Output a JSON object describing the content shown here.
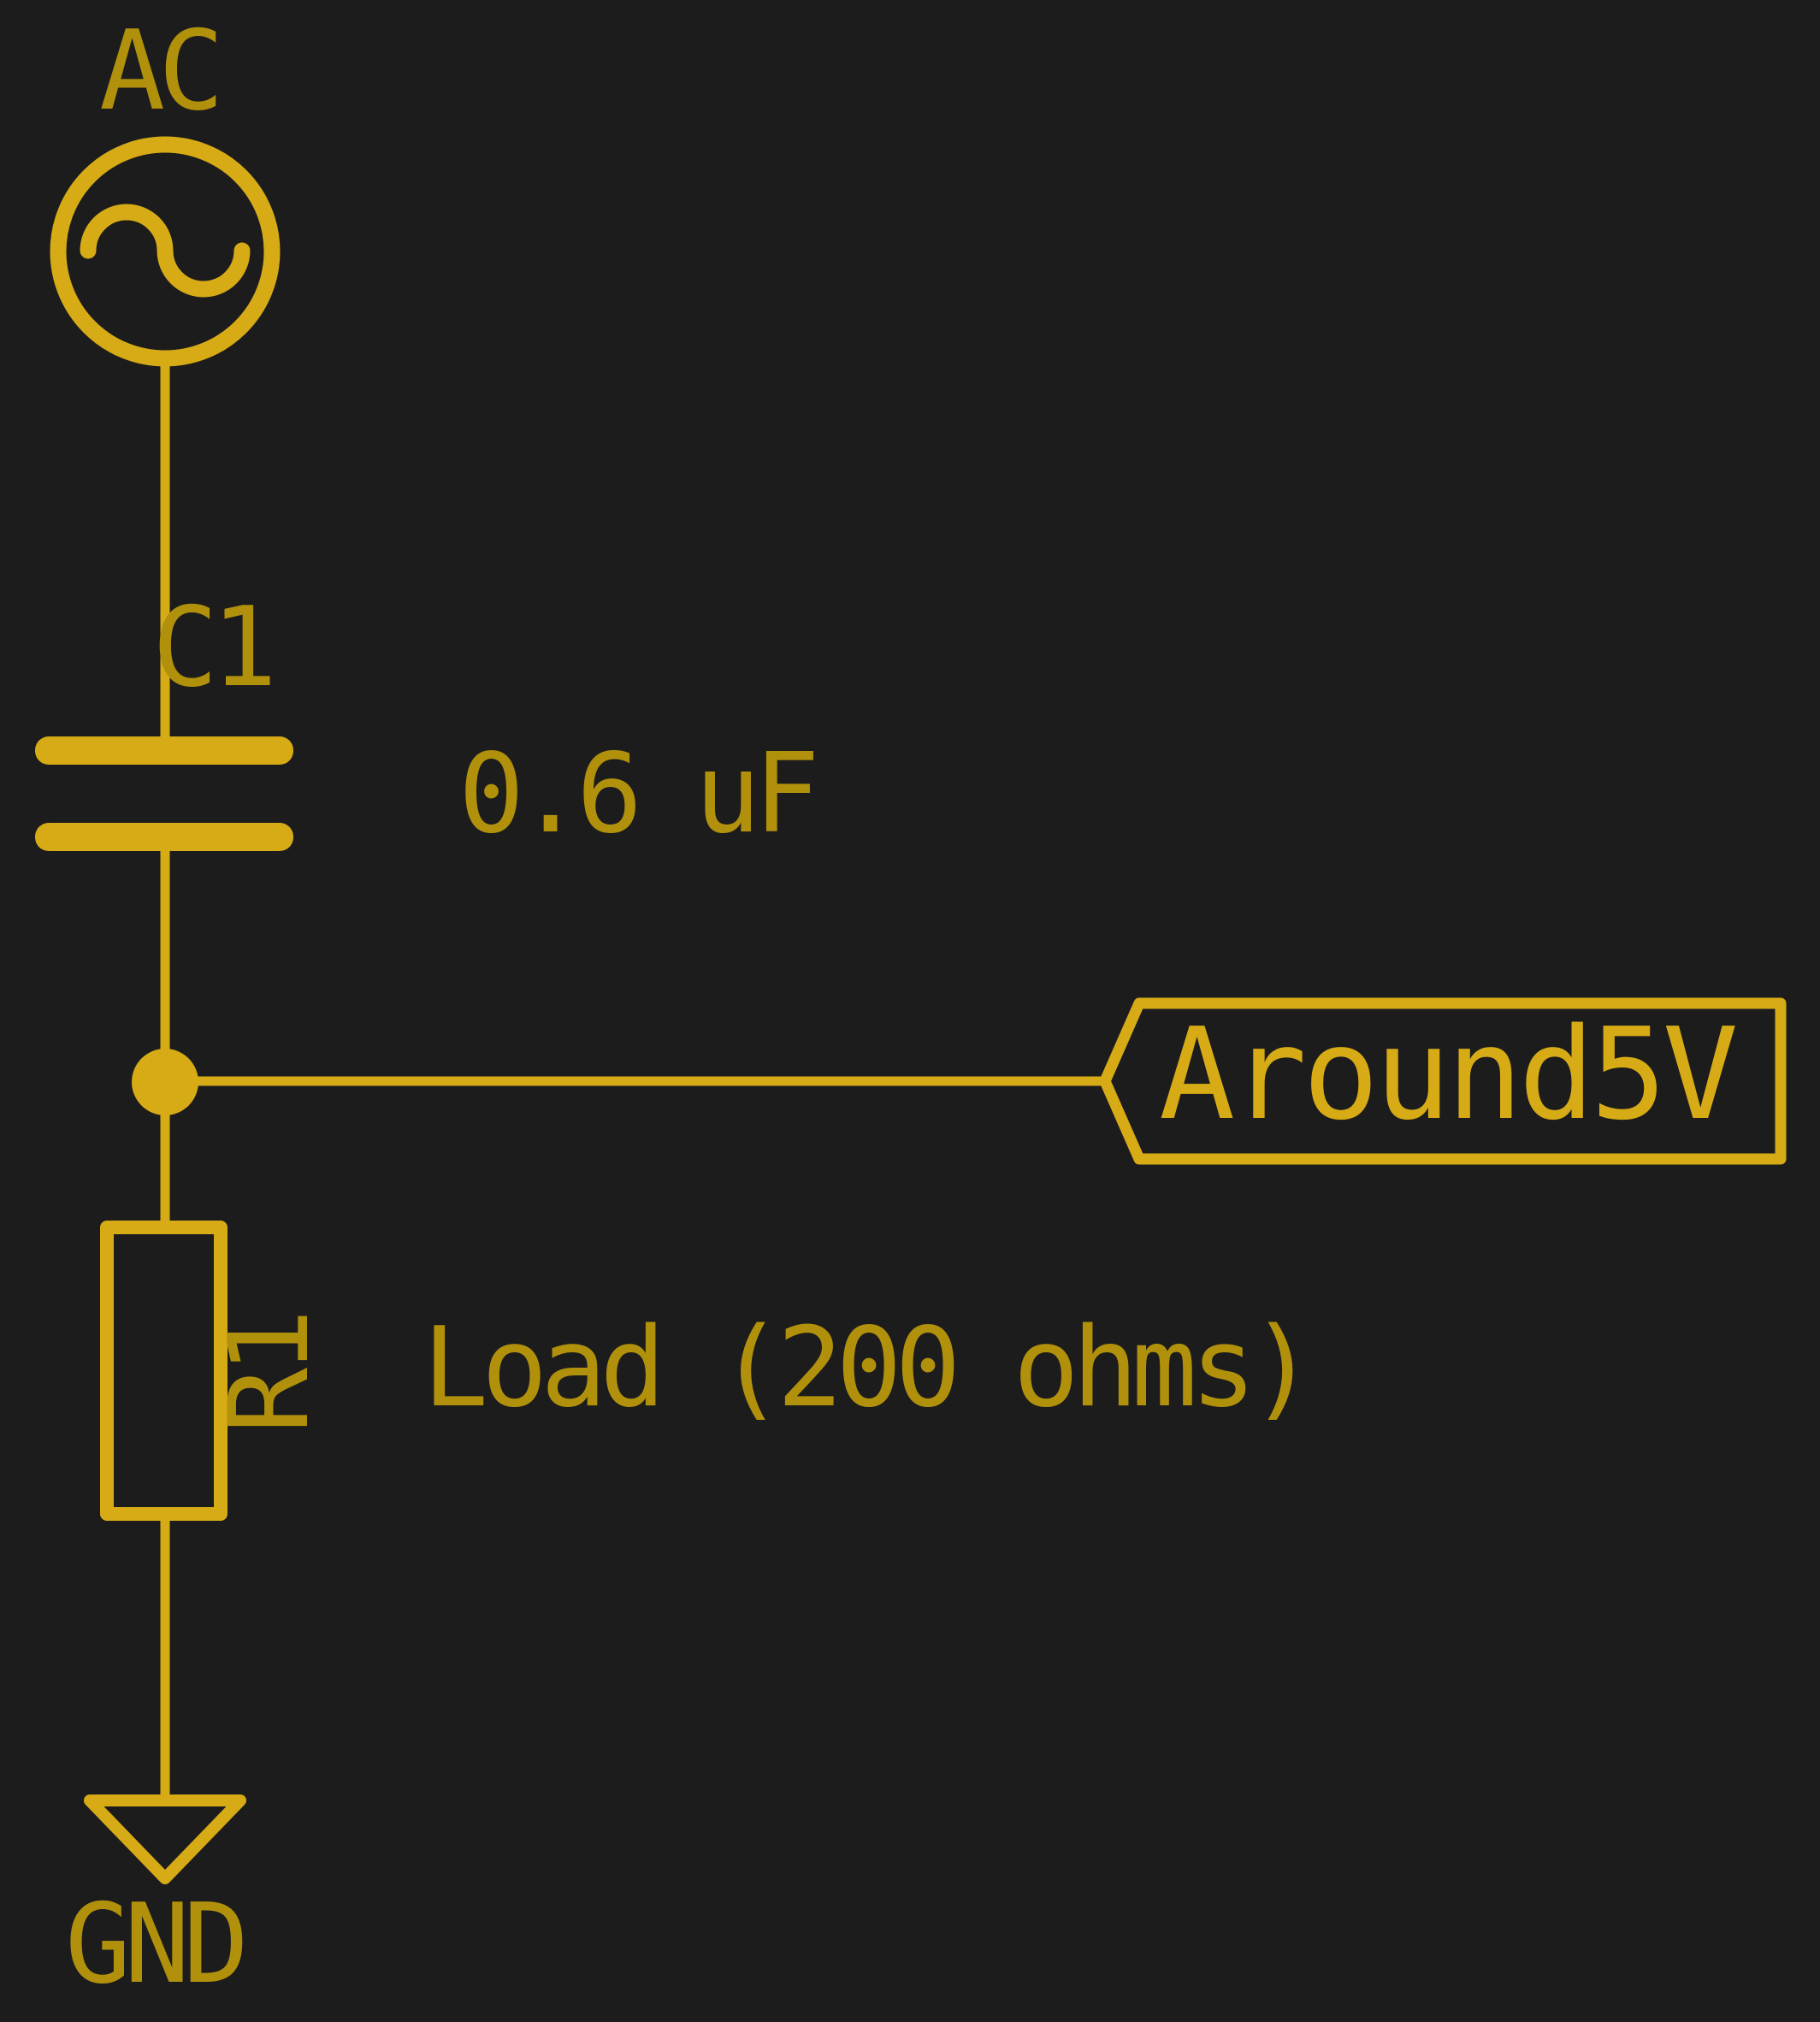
{
  "schematic": {
    "type": "circuit-schematic",
    "background_color": "#1C1C1D",
    "colors": {
      "symbol_and_wire": "#D7AB16",
      "label_text": "#B1910C"
    },
    "components": {
      "source": {
        "ref": "AC",
        "symbol": "ac-voltage-source"
      },
      "capacitor": {
        "ref": "C1",
        "value": "0.6 uF",
        "symbol": "capacitor"
      },
      "resistor": {
        "ref": "R1",
        "value": "Load (200 ohms)",
        "symbol": "resistor-box"
      },
      "net_label": {
        "text": "Around5V",
        "symbol": "net-flag"
      },
      "ground": {
        "label": "GND",
        "symbol": "ground-triangle"
      }
    }
  }
}
